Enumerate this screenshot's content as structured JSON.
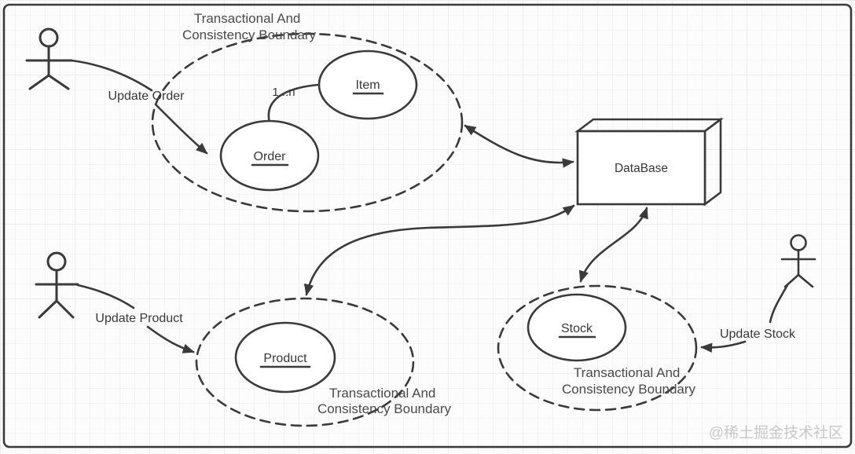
{
  "diagram_type": "ddd-aggregate-boundary-diagram",
  "boundary_label": {
    "line1": "Transactional And",
    "line2": "Consistency Boundary"
  },
  "entities": {
    "item": "Item",
    "order": "Order",
    "product": "Product",
    "stock": "Stock"
  },
  "database_label": "DataBase",
  "multiplicity": "1...n",
  "actions": {
    "update_order": "Update Order",
    "update_product": "Update Product",
    "update_stock": "Update Stock"
  },
  "watermark": "@稀土掘金技术社区",
  "colors": {
    "line": "#3a3a3a",
    "text": "#383838",
    "boundary_text": "#4a4a4a",
    "box_top_fill": "#e5e5e5",
    "box_side_fill": "#f0f0f0",
    "background": "#fcfcfc",
    "grid_line": "#efecec",
    "frame": "#333333",
    "watermark": "#c9c9c9"
  }
}
